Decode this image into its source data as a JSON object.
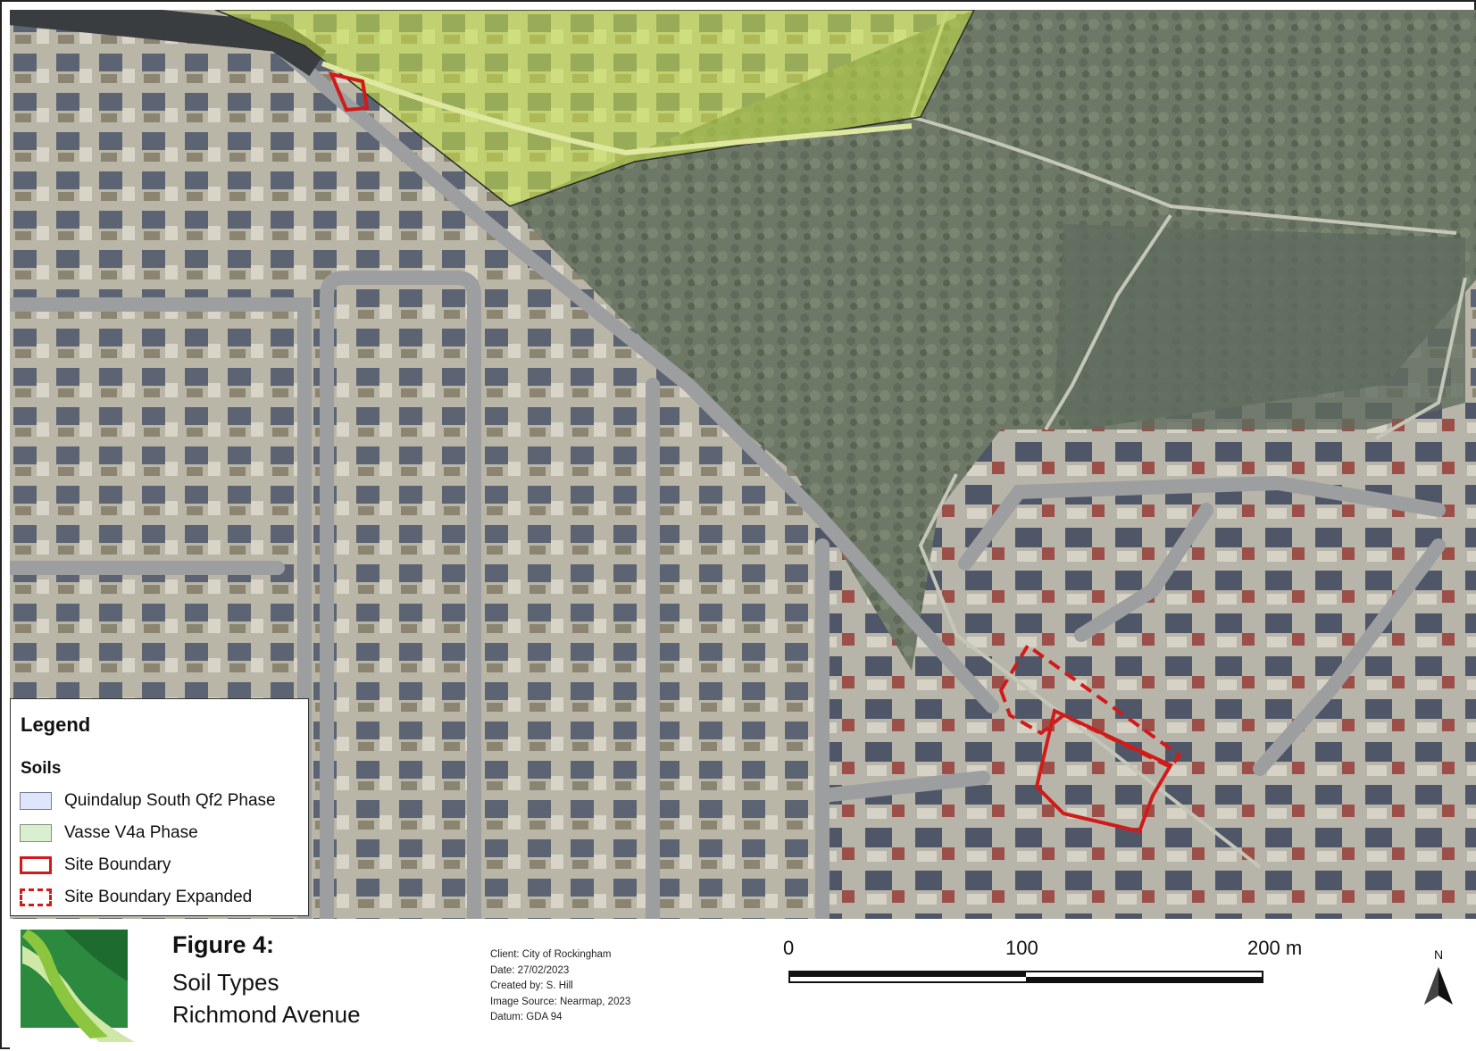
{
  "legend": {
    "title": "Legend",
    "group": "Soils",
    "items": [
      {
        "label": "Quindalup South Qf2 Phase",
        "symbol": "fill",
        "fill": "#dfe6fb",
        "stroke": "#7a7f99"
      },
      {
        "label": "Vasse V4a Phase",
        "symbol": "fill",
        "fill": "#d9efcf",
        "stroke": "#7f947a"
      },
      {
        "label": "Site Boundary",
        "symbol": "solid",
        "fill": "#ffffff",
        "stroke": "#d11a1a"
      },
      {
        "label": "Site Boundary Expanded",
        "symbol": "dashed",
        "fill": "#ffffff",
        "stroke": "#d11a1a"
      }
    ]
  },
  "figure": {
    "number": "Figure 4:",
    "title_line1": "Soil Types",
    "title_line2": "Richmond Avenue"
  },
  "meta": {
    "client": "Client: City of Rockingham",
    "date": "Date: 27/02/2023",
    "created_by": "Created by: S. Hill",
    "image_source": "Image Source: Nearmap, 2023",
    "datum": "Datum: GDA 94"
  },
  "scale_bar": {
    "ticks": [
      "0",
      "100",
      "200 m"
    ],
    "values_m": [
      0,
      100,
      200
    ]
  },
  "north_arrow": {
    "label": "N"
  },
  "colors": {
    "site_boundary": "#d11a1a",
    "vasse_overlay": "#c8e641",
    "bushland": "#6f7a68",
    "road": "#9a9c9e"
  },
  "icons": [
    "logo-icon",
    "north-arrow-icon"
  ]
}
